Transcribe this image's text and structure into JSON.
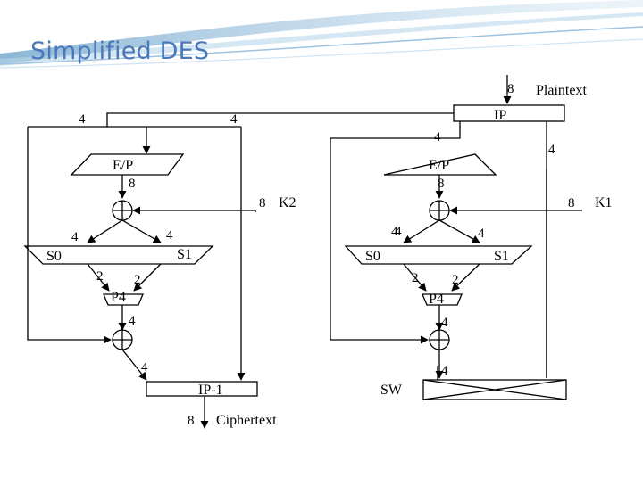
{
  "slide": {
    "title": "Simplified DES"
  },
  "colors": {
    "title": "#4a78b8",
    "banner_swoosh": "#b9d7ea",
    "banner_swoosh_dark": "#6fa3cc",
    "line": "#000000"
  },
  "icons": {
    "xor": "xor-circle-icon",
    "swap": "swap-cross-icon"
  },
  "diagram": {
    "top": {
      "plaintext_width": "8",
      "plaintext_label": "Plaintext",
      "ip_label": "IP",
      "ip_left_out": "4",
      "ip_right_out": "4"
    },
    "round_k1": {
      "ep_label": "E/P",
      "ep_out": "8",
      "key_width": "8",
      "key_label": "K1",
      "s0_in": "4",
      "s1_in": "4",
      "s0_label": "S0",
      "s1_label": "S1",
      "s0_out": "2",
      "s1_out": "2",
      "p4_label": "P4",
      "p4_out": "4",
      "xor_out": "4"
    },
    "swap": {
      "sw_label": "SW"
    },
    "round_k2": {
      "left_in": "4",
      "right_in": "4",
      "second_in": "4",
      "ep_label": "E/P",
      "ep_out": "8",
      "key_width": "8",
      "key_label": "K2",
      "s0_in": "4",
      "s1_in": "4",
      "s0_label": "S0",
      "s1_label": "S1",
      "s0_out": "2",
      "s1_out": "2",
      "p4_label": "P4",
      "p4_out": "4",
      "xor_out": "4"
    },
    "bottom": {
      "ipinv_label": "IP-1",
      "ciphertext_width": "8",
      "ciphertext_label": "Ciphertext"
    }
  }
}
